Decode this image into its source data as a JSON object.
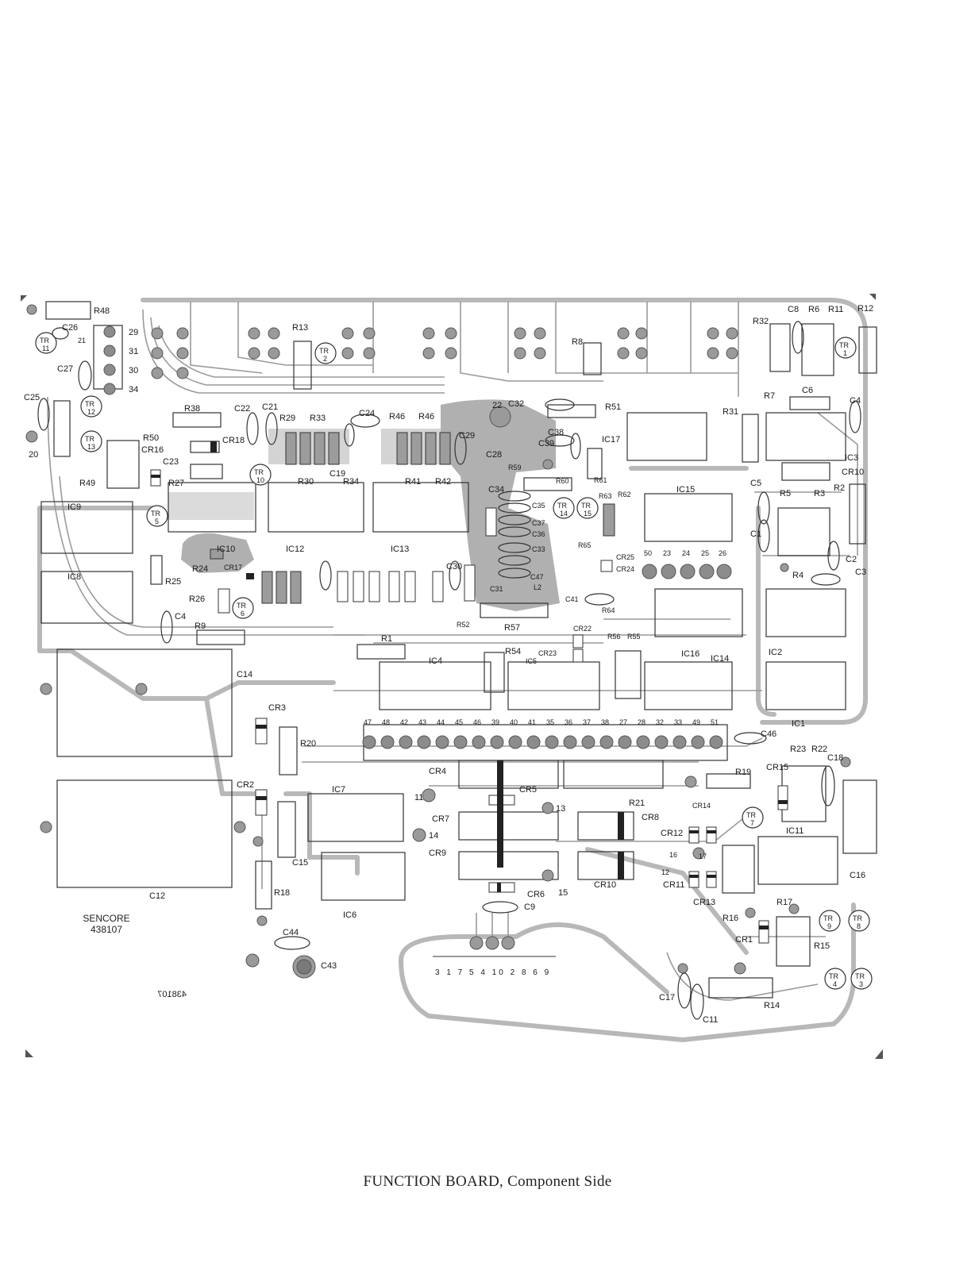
{
  "caption": "FUNCTION BOARD, Component Side",
  "manufacturer": {
    "line1": "SENCORE",
    "line2": "438107"
  },
  "mirror_part_number": "438107",
  "edge_connector": "3 1 7 5 4 10 2 8 6 9",
  "terminal_row": [
    "47",
    "48",
    "42",
    "43",
    "44",
    "45",
    "46",
    "39",
    "40",
    "41",
    "35",
    "36",
    "37",
    "38",
    "27",
    "28",
    "32",
    "33",
    "49",
    "51"
  ],
  "terminal_row_2": [
    "50",
    "23",
    "24",
    "25",
    "26"
  ],
  "left_terminals": [
    "29",
    "31",
    "30",
    "34"
  ],
  "ics": [
    "IC1",
    "IC2",
    "IC3",
    "IC4",
    "IC5",
    "IC6",
    "IC7",
    "IC8",
    "IC9",
    "IC10",
    "IC11",
    "IC12",
    "IC13",
    "IC14",
    "IC15",
    "IC16",
    "IC17"
  ],
  "transistors": [
    {
      "label": "TR",
      "num": "11"
    },
    {
      "label": "TR",
      "num": "12"
    },
    {
      "label": "TR",
      "num": "13"
    },
    {
      "label": "TR",
      "num": "2"
    },
    {
      "label": "TR",
      "num": "10"
    },
    {
      "label": "TR",
      "num": "5"
    },
    {
      "label": "TR",
      "num": "6"
    },
    {
      "label": "TR",
      "num": "14"
    },
    {
      "label": "TR",
      "num": "15"
    },
    {
      "label": "TR",
      "num": "1"
    },
    {
      "label": "TR",
      "num": "7"
    },
    {
      "label": "TR",
      "num": "9"
    },
    {
      "label": "TR",
      "num": "8"
    },
    {
      "label": "TR",
      "num": "4"
    },
    {
      "label": "TR",
      "num": "3"
    }
  ],
  "labels": {
    "r48": "R48",
    "c26": "C26",
    "c27": "C27",
    "c25": "C25",
    "r38": "R38",
    "c22": "C22",
    "c21": "C21",
    "r29": "R29",
    "r33": "R33",
    "c24": "C24",
    "r46a": "R46",
    "r46b": "R46",
    "c32": "C32",
    "r51": "R51",
    "r13": "R13",
    "r8": "R8",
    "r32": "R32",
    "c8": "C8",
    "r6": "R6",
    "r11": "R11",
    "r12": "R12",
    "r50": "R50",
    "cr16": "CR16",
    "r49": "R49",
    "cr18": "CR18",
    "c23": "C23",
    "r27": "R27",
    "r30": "R30",
    "r34": "R34",
    "c19": "C19",
    "r41": "R41",
    "r42": "R42",
    "c29": "C29",
    "c28": "C28",
    "c38": "C38",
    "c39": "C39",
    "r59": "R59",
    "ic17": "IC17",
    "r31": "R31",
    "r7": "R7",
    "c6": "C6",
    "c4a": "C4",
    "ic3": "IC3",
    "cr10": "CR10",
    "r2": "R2",
    "c5": "C5",
    "r5": "R5",
    "r3": "R3",
    "c1": "C1",
    "r4": "R4",
    "c2": "C2",
    "c3": "C3",
    "ic9": "IC9",
    "r25": "R25",
    "ic10": "IC10",
    "r24": "R24",
    "cr17": "CR17",
    "ic12": "IC12",
    "ic13": "IC13",
    "c30": "C30",
    "c34": "C34",
    "c35": "C35",
    "c37": "C37",
    "c36": "C36",
    "c33": "C33",
    "c47": "C47",
    "l2": "L2",
    "c31": "C31",
    "r60": "R60",
    "r61": "R61",
    "r63": "R63",
    "r62": "R62",
    "ic15": "IC15",
    "r65": "R65",
    "cr25": "CR25",
    "cr24": "CR24",
    "c41": "C41",
    "r64": "R64",
    "ic8": "IC8",
    "r26": "R26",
    "c4b": "C4",
    "r9": "R9",
    "r52": "R52",
    "r57": "R57",
    "cr22": "CR22",
    "r56": "R56",
    "r55": "R55",
    "ic16": "IC16",
    "ic14": "IC14",
    "ic2": "IC2",
    "r1": "R1",
    "r54": "R54",
    "ic4": "IC4",
    "ic5": "IC5",
    "cr23": "CR23",
    "c14": "C14",
    "cr3": "CR3",
    "r20": "R20",
    "ic1": "IC1",
    "c46": "C46",
    "r23": "R23",
    "r22": "R22",
    "c18": "C18",
    "cr4": "CR4",
    "r19": "R19",
    "cr15": "CR15",
    "cr2": "CR2",
    "ic7": "IC7",
    "cr5": "CR5",
    "r21": "R21",
    "cr7": "CR7",
    "cr8": "CR8",
    "cr14": "CR14",
    "cr12": "CR12",
    "ic11": "IC11",
    "cr9": "CR9",
    "c15": "C15",
    "cr11": "CR11",
    "cr10b": "CR10",
    "c16": "C16",
    "c12": "C12",
    "ic6": "IC6",
    "cr6": "CR6",
    "c9": "C9",
    "r18": "R18",
    "cr13": "CR13",
    "r16": "R16",
    "r17": "R17",
    "cr1": "CR1",
    "r15": "R15",
    "c44": "C44",
    "c43": "C43",
    "c17": "C17",
    "c11": "C11",
    "r14": "R14",
    "p20": "20",
    "p22": "22",
    "p11": "11",
    "p13": "13",
    "p14": "14",
    "p15": "15",
    "p16": "16",
    "p17": "17",
    "p12": "12",
    "p21": "21"
  }
}
